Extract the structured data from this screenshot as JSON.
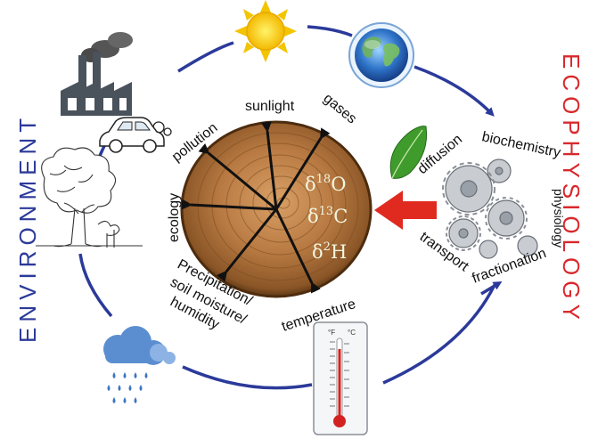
{
  "side_labels": {
    "left": "ENVIRONMENT",
    "right": "ECOPHYSIOLOGY"
  },
  "environment_factors": {
    "sunlight": "sunlight",
    "gases": "gases",
    "pollution": "pollution",
    "ecology": "ecology",
    "precipitation_line1": "Precipitation/",
    "precipitation_line2": "soil moisture/",
    "precipitation_line3": "humidity",
    "temperature": "temperature"
  },
  "isotopes": {
    "oxygen": {
      "symbol": "δ",
      "mass": "18",
      "element": "O"
    },
    "carbon": {
      "symbol": "δ",
      "mass": "13",
      "element": "C"
    },
    "hydrogen": {
      "symbol": "δ",
      "mass": "2",
      "element": "H"
    }
  },
  "ecophysiology_processes": {
    "diffusion": "diffusion",
    "biochemistry": "biochemistry",
    "physiology": "physiology",
    "transport": "transport",
    "fractionation": "fractionation"
  },
  "icons": [
    "factory-icon",
    "sun-icon",
    "globe-icon",
    "car-icon",
    "tree-icon",
    "leaf-icon",
    "gears-icon",
    "rain-cloud-icon",
    "thermometer-icon",
    "tree-ring-icon"
  ],
  "thermometer": {
    "top_label": "°F",
    "top_label2": "°C"
  },
  "colors": {
    "environment": "#2b3a9a",
    "ecophysiology": "#d8282c",
    "cycle_arrow": "#2b3a9a",
    "wood": "#a86a35",
    "big_arrow": "#e02a20"
  }
}
